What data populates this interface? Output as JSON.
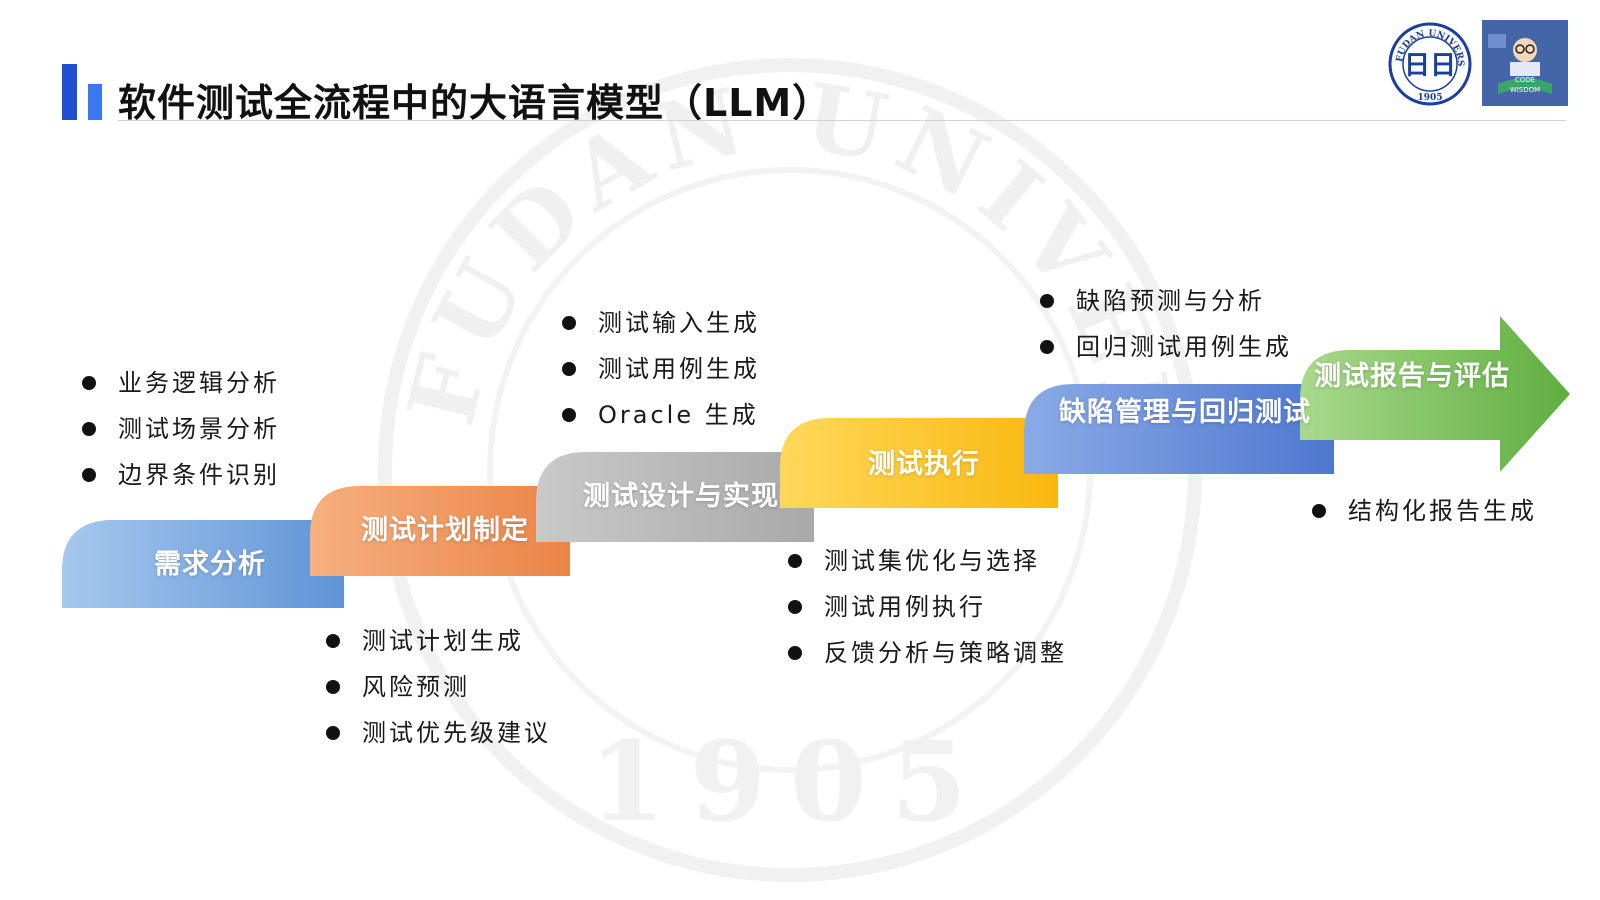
{
  "title": "软件测试全流程中的大语言模型（LLM）",
  "logos": {
    "university": {
      "ring_text": "FUDAN UNIVERSITY",
      "year": "1905",
      "center": "日日"
    },
    "lab": {
      "text_top": "CODE",
      "text_bottom": "WISDOM"
    }
  },
  "watermark": {
    "ring_text": "FUDAN UNIVERSITY",
    "year": "1905"
  },
  "stages": [
    {
      "label": "需求分析",
      "bullets": [
        "业务逻辑分析",
        "测试场景分析",
        "边界条件识别"
      ],
      "color": "#7fb1e3"
    },
    {
      "label": "测试计划制定",
      "bullets": [
        "测试计划生成",
        "风险预测",
        "测试优先级建议"
      ],
      "color": "#f09b66"
    },
    {
      "label": "测试设计与实现",
      "bullets": [
        "测试输入生成",
        "测试用例生成",
        "Oracle 生成"
      ],
      "color": "#b9b9b9"
    },
    {
      "label": "测试执行",
      "bullets": [
        "测试集优化与选择",
        "测试用例执行",
        "反馈分析与策略调整"
      ],
      "color": "#fcc02a"
    },
    {
      "label": "缺陷管理与回归测试",
      "bullets": [
        "缺陷预测与分析",
        "回归测试用例生成"
      ],
      "color": "#6f93dd"
    },
    {
      "label": "测试报告与评估",
      "bullets": [
        "结构化报告生成"
      ],
      "color": "#86c469"
    }
  ]
}
